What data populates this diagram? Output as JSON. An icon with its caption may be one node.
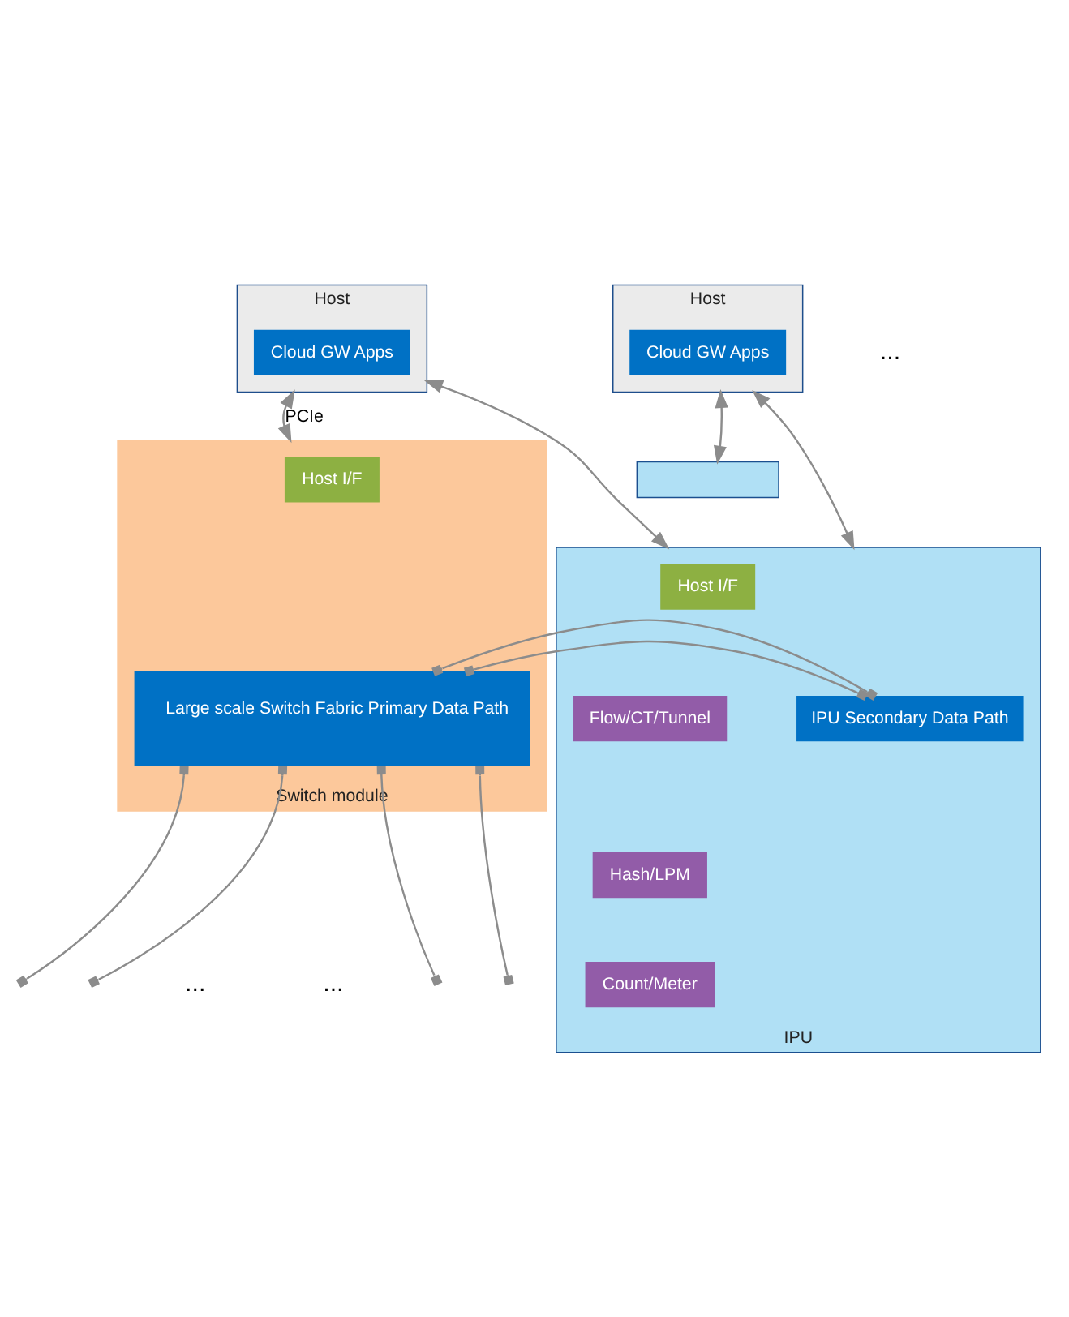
{
  "diagram": {
    "nodes": [
      {
        "text": [
          "Host"
        ]
      },
      {
        "text": [
          "Cloud GW Apps"
        ],
        "in": 0
      },
      {
        "text": [
          "Host"
        ]
      },
      {
        "text": [
          "Cloud GW Apps"
        ],
        "in": 2
      },
      {
        "text": [
          "Switch module"
        ]
      },
      {
        "text": [
          "Host I/F"
        ],
        "in": 4
      },
      {
        "text": [
          "Large scale Switch Fabric Primary Data Path"
        ],
        "in": 4
      },
      {
        "text": [],
        "shape": "box"
      },
      {
        "text": [
          "IPU"
        ]
      },
      {
        "text": [
          "Host I/F"
        ],
        "in": 8
      },
      {
        "text": [
          "IPU Secondary Data Path"
        ],
        "in": 8
      },
      {
        "text": [
          "Flow/CT/Tunnel"
        ],
        "in": 8
      },
      {
        "text": [
          "Hash/LPM"
        ],
        "in": 8
      },
      {
        "text": [
          "Count/Meter"
        ],
        "in": 8
      }
    ],
    "edges": [
      {
        "from": 0,
        "to": 4,
        "arrow": "both",
        "label": "PCIe"
      },
      {
        "from": 0,
        "to": 8,
        "arrow": "both"
      },
      {
        "from": 2,
        "to": 8,
        "arrow": "both"
      },
      {
        "from": 2,
        "to": 7,
        "arrow": "both"
      },
      {
        "from": 6,
        "to": 10,
        "arrow": "other"
      },
      {
        "from": 6,
        "to": 10,
        "arrow": "other"
      },
      {
        "from": 6,
        "to": null,
        "arrow": "other"
      },
      {
        "from": 6,
        "to": null,
        "arrow": "other"
      },
      {
        "from": 6,
        "to": null,
        "arrow": "other"
      },
      {
        "from": 6,
        "to": null,
        "arrow": "other"
      }
    ],
    "labels": [
      "...",
      "...",
      "..."
    ]
  }
}
